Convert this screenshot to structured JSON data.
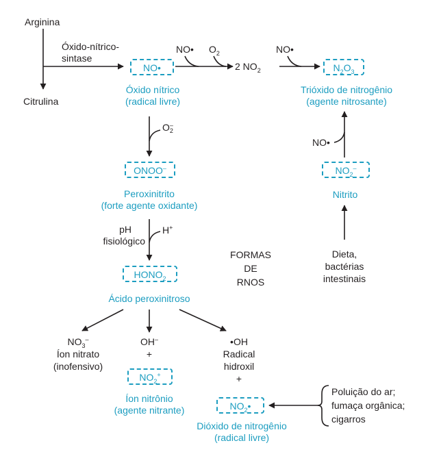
{
  "arginine": "Arginina",
  "citrulline": "Citrulina",
  "nos_enzyme": [
    "Óxido-nítrico-",
    "sintase"
  ],
  "no_box": "NO•",
  "no_name": [
    "Óxido nítrico",
    "(radical livre)"
  ],
  "reagent_no_1": "NO•",
  "reagent_o2": {
    "base": "O",
    "sub": "2"
  },
  "product_no2": {
    "base": "2 NO",
    "sub": "2"
  },
  "reagent_no_2": "NO•",
  "n2o3_box": {
    "a": "N",
    "sub1": "2",
    "b": "O",
    "sub2": "3"
  },
  "n2o3_name": [
    "Trióxido de nitrogênio",
    "(agente nitrosante)"
  ],
  "superoxide": {
    "base": "O",
    "sup": "–",
    "sub": "2"
  },
  "onoo_box": {
    "base": "ONOO",
    "sup": "–"
  },
  "onoo_name": [
    "Peroxinitrito",
    "(forte agente oxidante)"
  ],
  "ph_label": [
    "pH",
    "fisiológico"
  ],
  "h_plus": {
    "base": "H",
    "sup": "+"
  },
  "hono2_box": {
    "base": "HONO",
    "sub": "2"
  },
  "hono2_name": "Ácido peroxinitroso",
  "center_title": [
    "FORMAS",
    "DE",
    "RNOS"
  ],
  "nitrate": {
    "formula": "NO",
    "sub": "3",
    "sup": "–",
    "lines": [
      "Íon nitrato",
      "(inofensivo)"
    ]
  },
  "hydroxide": {
    "base": "OH",
    "sup": "–",
    "plus": "+"
  },
  "nitronium_box": {
    "base": "NO",
    "sub": "2",
    "sup": "+"
  },
  "nitronium_name": [
    "Íon nitrônio",
    "(agente nitrante)"
  ],
  "hydroxyl": {
    "lines": [
      "•OH",
      "Radical",
      "hidroxil",
      "+"
    ]
  },
  "no2_radical_box": {
    "base": "NO",
    "sub": "2",
    "tail": "•"
  },
  "no2_radical_name": [
    "Dióxido de nitrogênio",
    "(radical livre)"
  ],
  "nitrite_box": {
    "base": "NO",
    "sub": "2",
    "sup": "–"
  },
  "nitrite_name": "Nitrito",
  "no_to_n2o3": "NO•",
  "diet": [
    "Dieta,",
    "bactérias",
    "intestinais"
  ],
  "pollution": [
    "Poluição do ar;",
    "fumaça orgânica;",
    "cigarros"
  ],
  "colors": {
    "accent": "#1c9dc0",
    "text": "#231f20"
  }
}
